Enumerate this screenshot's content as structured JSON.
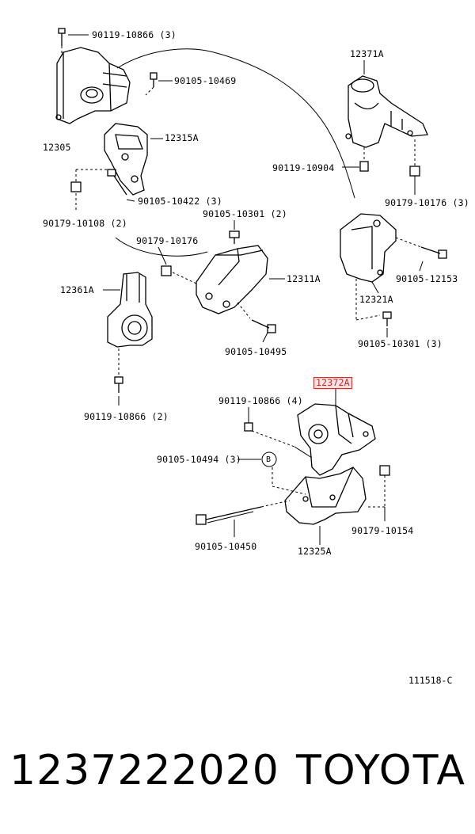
{
  "labels": {
    "l90119_10866_3_top": "90119-10866 (3)",
    "l90105_10469": "90105-10469",
    "l12305": "12305",
    "l12315A": "12315A",
    "l90105_10422": "90105-10422 (3)",
    "l90179_10108": "90179-10108 (2)",
    "l12371A": "12371A",
    "l90119_10904": "90119-10904",
    "l90179_10176_3": "90179-10176 (3)",
    "l90105_10301_2": "90105-10301 (2)",
    "l90179_10176": "90179-10176",
    "l12361A": "12361A",
    "l12311A": "12311A",
    "l90105_12153": "90105-12153",
    "l12321A": "12321A",
    "l90105_10495": "90105-10495",
    "l90105_10301_3": "90105-10301 (3)",
    "l90119_10866_2": "90119-10866 (2)",
    "l12372A": "12372A",
    "l90119_10866_4": "90119-10866 (4)",
    "l90105_10494": "90105-10494 (3)",
    "marker_b": "B",
    "l90179_10154": "90179-10154",
    "l90105_10450": "90105-10450",
    "l12325A": "12325A"
  },
  "diagram_code": "111518-C",
  "footer": {
    "part_number": "1237222020",
    "brand": "TOYOTA"
  },
  "colors": {
    "highlight_border": "#d32f2f",
    "highlight_fill": "#fde4e4"
  }
}
